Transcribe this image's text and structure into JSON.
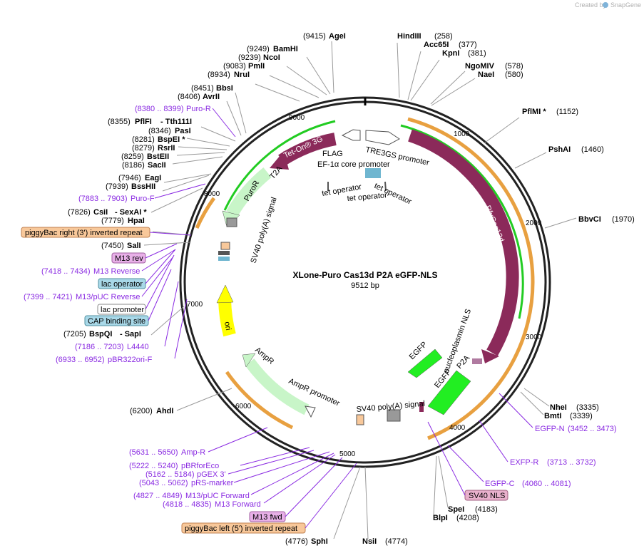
{
  "credit": {
    "prefix": "Created by",
    "brand": "SnapGene"
  },
  "plasmid": {
    "name": "XLone-Puro Cas13d P2A eGFP-NLS",
    "length": "9512 bp",
    "total_bp": 9512
  },
  "colors": {
    "purple": "#8a2be2",
    "maroon": "#8b2a5a",
    "lightgreen": "#c8f5c8",
    "green": "#22dd22",
    "yellow": "#ffff00",
    "orange": "#f0a040"
  },
  "ticks": [
    "1000",
    "2000",
    "3000",
    "4000",
    "5000",
    "6000",
    "7000",
    "8000",
    "9000"
  ],
  "right_sites": [
    {
      "name": "HindIII",
      "pos": "(258)",
      "site": 258
    },
    {
      "name": "Acc65I",
      "pos": "(377)",
      "site": 377
    },
    {
      "name": "KpnI",
      "pos": "(381)",
      "site": 381
    },
    {
      "name": "NgoMIV",
      "pos": "(578)",
      "site": 578
    },
    {
      "name": "NaeI",
      "pos": "(580)",
      "site": 580
    },
    {
      "name": "PflMI *",
      "pos": "(1152)",
      "site": 1152
    },
    {
      "name": "PshAI",
      "pos": "(1460)",
      "site": 1460
    },
    {
      "name": "BbvCI",
      "pos": "(1970)",
      "site": 1970
    },
    {
      "name": "NheI",
      "pos": "(3335)",
      "site": 3335
    },
    {
      "name": "BmtI",
      "pos": "(3339)",
      "site": 3339
    },
    {
      "name": "SpeI",
      "pos": "(4183)",
      "site": 4183
    },
    {
      "name": "BlpI",
      "pos": "(4208)",
      "site": 4208
    },
    {
      "name": "NsiI",
      "pos": "(4774)",
      "site": 4774
    }
  ],
  "left_sites": [
    {
      "name": "AgeI",
      "pos": "(9415)",
      "site": 9415
    },
    {
      "name": "BamHI",
      "pos": "(9249)",
      "site": 9249
    },
    {
      "name": "NcoI",
      "pos": "(9239)",
      "site": 9239
    },
    {
      "name": "PmlI",
      "pos": "(9083)",
      "site": 9083
    },
    {
      "name": "NruI",
      "pos": "(8934)",
      "site": 8934
    },
    {
      "name": "BbsI",
      "pos": "(8451)",
      "site": 8451
    },
    {
      "name": "AvrII",
      "pos": "(8406)",
      "site": 8406
    },
    {
      "name": "PflFI",
      "pos": "(8355)",
      "site": 8355
    },
    {
      "name": "- Tth111I",
      "pos": "",
      "site": 8355
    },
    {
      "name": "PasI",
      "pos": "(8346)",
      "site": 8346
    },
    {
      "name": "BspEI *",
      "pos": "(8281)",
      "site": 8281
    },
    {
      "name": "RsrII",
      "pos": "(8279)",
      "site": 8279
    },
    {
      "name": "BstEII",
      "pos": "(8259)",
      "site": 8259
    },
    {
      "name": "SacII",
      "pos": "(8186)",
      "site": 8186
    },
    {
      "name": "EagI",
      "pos": "(7946)",
      "site": 7946
    },
    {
      "name": "BssHII",
      "pos": "(7939)",
      "site": 7939
    },
    {
      "name": "CsiI",
      "pos": "(7826)",
      "site": 7826
    },
    {
      "name": "- SexAI *",
      "pos": "",
      "site": 7826
    },
    {
      "name": "HpaI",
      "pos": "(7779)",
      "site": 7779
    },
    {
      "name": "SalI",
      "pos": "(7450)",
      "site": 7450
    },
    {
      "name": "BspQI",
      "pos": "(7205)",
      "site": 7205
    },
    {
      "name": "- SapI",
      "pos": "",
      "site": 7205
    },
    {
      "name": "AhdI",
      "pos": "(6200)",
      "site": 6200
    },
    {
      "name": "SphI",
      "pos": "(4776)",
      "site": 4776
    }
  ],
  "primers": [
    {
      "name": "Puro-R",
      "range": "(8380 .. 8399)"
    },
    {
      "name": "Puro-F",
      "range": "(7883 .. 7903)"
    },
    {
      "name": "M13 Reverse",
      "range": "(7418 .. 7434)"
    },
    {
      "name": "M13/pUC Reverse",
      "range": "(7399 .. 7421)"
    },
    {
      "name": "L4440",
      "range": "(7186 .. 7203)"
    },
    {
      "name": "pBR322ori-F",
      "range": "(6933 .. 6952)"
    },
    {
      "name": "Amp-R",
      "range": "(5631 .. 5650)"
    },
    {
      "name": "pBRforEco",
      "range": "(5222 .. 5240)"
    },
    {
      "name": "pGEX 3'",
      "range": "(5162 .. 5184)"
    },
    {
      "name": "pRS-marker",
      "range": "(5043 .. 5062)"
    },
    {
      "name": "M13/pUC Forward",
      "range": "(4827 .. 4849)"
    },
    {
      "name": "M13 Forward",
      "range": "(4818 .. 4835)"
    },
    {
      "name": "EGFP-N",
      "range": "(3452 .. 3473)"
    },
    {
      "name": "EXFP-R",
      "range": "(3713 .. 3732)"
    },
    {
      "name": "EGFP-C",
      "range": "(4060 .. 4081)"
    }
  ],
  "boxed": [
    {
      "name": "piggyBac right (3') inverted repeat",
      "fill": "#f8c89a"
    },
    {
      "name": "M13 rev",
      "fill": "#e8b0e8"
    },
    {
      "name": "lac operator",
      "fill": "#a8d8e8"
    },
    {
      "name": "lac promoter",
      "fill": "#ffffff"
    },
    {
      "name": "CAP binding site",
      "fill": "#a8d8e8"
    },
    {
      "name": "M13 fwd",
      "fill": "#e8b0e8"
    },
    {
      "name": "piggyBac left (5') inverted repeat",
      "fill": "#f8c89a"
    },
    {
      "name": "SV40 NLS",
      "fill": "#e8b0cc"
    }
  ],
  "features": {
    "tet_on": "Tet-On® 3G",
    "flag": "FLAG",
    "ef1a": "EF-1α core promoter",
    "tre3gs": "TRE3GS promoter",
    "t2a": "T2A",
    "puror": "PuroR",
    "sv40pa_left": "SV40 poly(A) signal",
    "tet_op1": "tet operator",
    "tet_op2": "tet operator",
    "tet_op3": "tet operator",
    "rfx": "RfxCas13d",
    "nls": "nucleoplasmin NLS",
    "p2a": "P2A",
    "egfp1": "EGFP",
    "egfp2": "EGFP",
    "sv40pa_right": "SV40 poly(A) signal",
    "ori": "ori",
    "ampr": "AmpR",
    "ampr_promoter": "AmpR promoter"
  }
}
